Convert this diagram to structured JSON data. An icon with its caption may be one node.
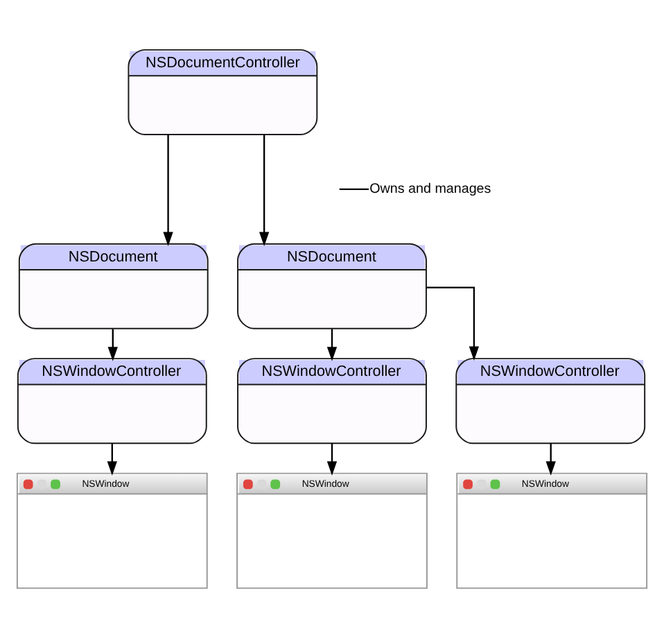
{
  "diagram": {
    "nodes": [
      {
        "text": [
          "NSDocumentController"
        ]
      },
      {
        "text": [
          "Owns and manages"
        ]
      },
      {
        "text": [
          "NSDocument"
        ]
      },
      {
        "text": [
          "NSDocument"
        ]
      },
      {
        "text": [
          "NSWindowController"
        ]
      },
      {
        "text": [
          "NSWindowController"
        ]
      },
      {
        "text": [
          "NSWindowController"
        ]
      },
      {
        "text": [
          "NSWindow"
        ]
      },
      {
        "text": [
          "NSWindow"
        ]
      },
      {
        "text": [
          "NSWindow"
        ]
      }
    ],
    "edges": [
      {
        "from": 0,
        "to": 2,
        "arrow": "to"
      },
      {
        "from": 0,
        "to": 3,
        "arrow": "to"
      },
      {
        "from": 2,
        "to": 4,
        "arrow": "to"
      },
      {
        "from": 3,
        "to": 5,
        "arrow": "to"
      },
      {
        "from": 3,
        "to": 6,
        "arrow": "to"
      },
      {
        "from": 4,
        "to": 7,
        "arrow": "to"
      },
      {
        "from": 5,
        "to": 8,
        "arrow": "to"
      },
      {
        "from": 6,
        "to": 9,
        "arrow": "to"
      },
      {
        "from": 1,
        "to": null,
        "arrow": "none"
      }
    ]
  }
}
